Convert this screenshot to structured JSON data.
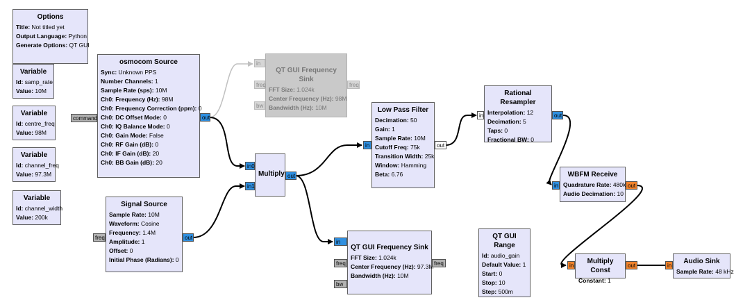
{
  "blocks": {
    "options": {
      "title": "Options",
      "params": [
        {
          "k": "Title:",
          "v": "Not titled yet"
        },
        {
          "k": "Output Language:",
          "v": "Python"
        },
        {
          "k": "Generate Options:",
          "v": "QT GUI"
        }
      ]
    },
    "var_samp_rate": {
      "title": "Variable",
      "params": [
        {
          "k": "Id:",
          "v": "samp_rate"
        },
        {
          "k": "Value:",
          "v": "10M"
        }
      ]
    },
    "var_centre_freq": {
      "title": "Variable",
      "params": [
        {
          "k": "Id:",
          "v": "centre_freq"
        },
        {
          "k": "Value:",
          "v": "98M"
        }
      ]
    },
    "var_channel_freq": {
      "title": "Variable",
      "params": [
        {
          "k": "Id:",
          "v": "channel_freq"
        },
        {
          "k": "Value:",
          "v": "97.3M"
        }
      ]
    },
    "var_channel_width": {
      "title": "Variable",
      "params": [
        {
          "k": "Id:",
          "v": "channel_width"
        },
        {
          "k": "Value:",
          "v": "200k"
        }
      ]
    },
    "osmocom": {
      "title": "osmocom Source",
      "params": [
        {
          "k": "Sync:",
          "v": "Unknown PPS"
        },
        {
          "k": "Number Channels:",
          "v": "1"
        },
        {
          "k": "Sample Rate (sps):",
          "v": "10M"
        },
        {
          "k": "Ch0: Frequency (Hz):",
          "v": "98M"
        },
        {
          "k": "Ch0: Frequency Correction (ppm):",
          "v": "0"
        },
        {
          "k": "Ch0: DC Offset Mode:",
          "v": "0"
        },
        {
          "k": "Ch0: IQ Balance Mode:",
          "v": "0"
        },
        {
          "k": "Ch0: Gain Mode:",
          "v": "False"
        },
        {
          "k": "Ch0: RF Gain (dB):",
          "v": "0"
        },
        {
          "k": "Ch0: IF Gain (dB):",
          "v": "20"
        },
        {
          "k": "Ch0: BB Gain (dB):",
          "v": "20"
        }
      ]
    },
    "qt_sink_disabled": {
      "title": "QT GUI Frequency Sink",
      "params": [
        {
          "k": "FFT Size:",
          "v": "1.024k"
        },
        {
          "k": "Center Frequency (Hz):",
          "v": "98M"
        },
        {
          "k": "Bandwidth (Hz):",
          "v": "10M"
        }
      ]
    },
    "signal_source": {
      "title": "Signal Source",
      "params": [
        {
          "k": "Sample Rate:",
          "v": "10M"
        },
        {
          "k": "Waveform:",
          "v": "Cosine"
        },
        {
          "k": "Frequency:",
          "v": "1.4M"
        },
        {
          "k": "Amplitude:",
          "v": "1"
        },
        {
          "k": "Offset:",
          "v": "0"
        },
        {
          "k": "Initial Phase (Radians):",
          "v": "0"
        }
      ]
    },
    "multiply": {
      "title": "Multiply",
      "params": []
    },
    "lpf": {
      "title": "Low Pass Filter",
      "params": [
        {
          "k": "Decimation:",
          "v": "50"
        },
        {
          "k": "Gain:",
          "v": "1"
        },
        {
          "k": "Sample Rate:",
          "v": "10M"
        },
        {
          "k": "Cutoff Freq:",
          "v": "75k"
        },
        {
          "k": "Transition Width:",
          "v": "25k"
        },
        {
          "k": "Window:",
          "v": "Hamming"
        },
        {
          "k": "Beta:",
          "v": "6.76"
        }
      ]
    },
    "resampler": {
      "title": "Rational Resampler",
      "params": [
        {
          "k": "Interpolation:",
          "v": "12"
        },
        {
          "k": "Decimation:",
          "v": "5"
        },
        {
          "k": "Taps:",
          "v": "0"
        },
        {
          "k": "Fractional BW:",
          "v": "0"
        }
      ]
    },
    "wbfm": {
      "title": "WBFM Receive",
      "params": [
        {
          "k": "Quadrature Rate:",
          "v": "480k"
        },
        {
          "k": "Audio Decimation:",
          "v": "10"
        }
      ]
    },
    "qt_sink": {
      "title": "QT GUI Frequency Sink",
      "params": [
        {
          "k": "FFT Size:",
          "v": "1.024k"
        },
        {
          "k": "Center Frequency (Hz):",
          "v": "97.3M"
        },
        {
          "k": "Bandwidth (Hz):",
          "v": "10M"
        }
      ]
    },
    "qt_range": {
      "title": "QT GUI Range",
      "params": [
        {
          "k": "Id:",
          "v": "audio_gain"
        },
        {
          "k": "Default Value:",
          "v": "1"
        },
        {
          "k": "Start:",
          "v": "0"
        },
        {
          "k": "Stop:",
          "v": "10"
        },
        {
          "k": "Step:",
          "v": "500m"
        }
      ]
    },
    "multiply_const": {
      "title": "Multiply Const",
      "params": [
        {
          "k": "Constant:",
          "v": "1"
        }
      ]
    },
    "audio_sink": {
      "title": "Audio Sink",
      "params": [
        {
          "k": "Sample Rate:",
          "v": "48 kHz"
        }
      ]
    }
  },
  "ports": {
    "osmocom_command": "command",
    "osmocom_out": "out",
    "qt_dis_in": "in",
    "qt_dis_freq_in": "freq",
    "qt_dis_freq_out": "freq",
    "qt_dis_bw": "bw",
    "sig_freq": "freq",
    "sig_out": "out",
    "mul_in0": "in0",
    "mul_in1": "in1",
    "mul_out": "out",
    "lpf_in": "in",
    "lpf_out": "out",
    "rr_in": "in",
    "rr_out": "out",
    "wbfm_in": "in",
    "wbfm_out": "out",
    "qt_in": "in",
    "qt_freq_in": "freq",
    "qt_freq_out": "freq",
    "qt_bw": "bw",
    "mc_in": "in",
    "mc_out": "out",
    "as_in": "in"
  },
  "colors": {
    "block_fill": "#e5e5fa",
    "complex_port": "#2f8fe0",
    "float_port": "#f0822b",
    "message_port": "#b3b3b3",
    "disabled": "#c9c9c9",
    "wire": "#000000",
    "disabled_wire": "#c0c0c0"
  }
}
